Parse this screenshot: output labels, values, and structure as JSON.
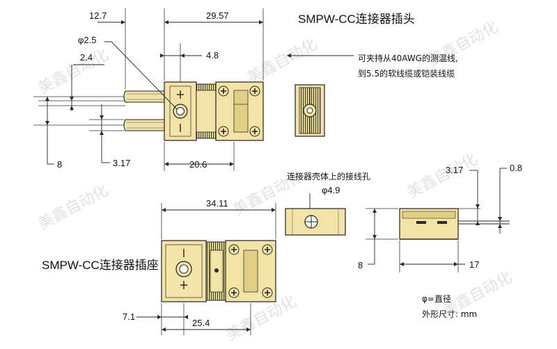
{
  "titles": {
    "plug": "SMPW-CC连接器插头",
    "socket": "SMPW-CC连接器插座"
  },
  "notes": {
    "wire_line1": "可夹持从40AWG的测温线,",
    "wire_line2": "到5.5的软线缆或铠装线缆",
    "hole_label": "连接器壳体上的接线孔",
    "legend_phi": "φ=直径",
    "legend_size": "外形尺寸: mm"
  },
  "dimensions": {
    "plug_pin_length": "12.7",
    "plug_body_length": "29.57",
    "phi_pin": "φ2.5",
    "pin_offset": "2.4",
    "pin_to_body": "4.8",
    "pin_spacing": "8",
    "pin_thickness": "3.17",
    "plug_base": "20.6",
    "hole_diameter": "φ4.9",
    "side_thickness": "3.17",
    "side_gap": "0.8",
    "side_height": "8",
    "side_length": "17",
    "socket_length": "34.11",
    "socket_offset": "7.1",
    "socket_base": "25.4"
  },
  "watermark": "美鑫自动化",
  "colors": {
    "body_yellow": "#f3e3a6",
    "body_shade": "#e2cf86",
    "pin_metal": "#efe2ae",
    "outline": "#222222"
  }
}
